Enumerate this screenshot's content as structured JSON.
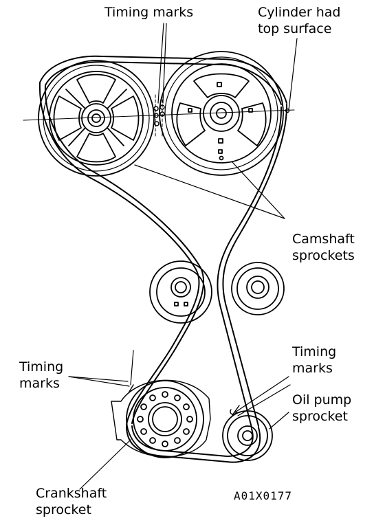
{
  "labels": {
    "timing_marks_top": "Timing marks",
    "cylinder_head_line1": "Cylinder had",
    "cylinder_head_line2": "top surface",
    "camshaft_line1": "Camshaft",
    "camshaft_line2": "sprockets",
    "timing_marks_left_line1": "Timing",
    "timing_marks_left_line2": "marks",
    "timing_marks_right_line1": "Timing",
    "timing_marks_right_line2": "marks",
    "oil_pump_line1": "Oil pump",
    "oil_pump_line2": "sprocket",
    "crankshaft_line1": "Crankshaft",
    "crankshaft_line2": "sprocket",
    "figure_code": "A01X0177"
  },
  "colors": {
    "ink": "#000000",
    "paper": "#ffffff"
  }
}
